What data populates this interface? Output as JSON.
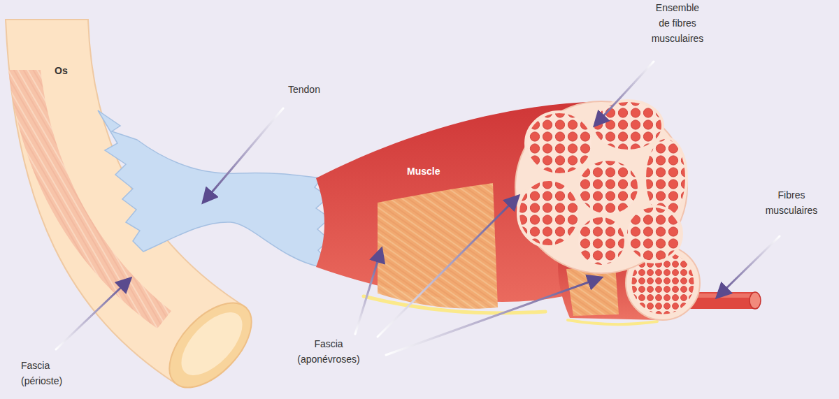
{
  "diagram": {
    "labels": [
      "Ensemble de fibres musculaires",
      "Os",
      "Tendon",
      "Muscle",
      "Fibres musculaires",
      "Fascia (aponévroses)",
      "Fascia (périoste)"
    ]
  }
}
